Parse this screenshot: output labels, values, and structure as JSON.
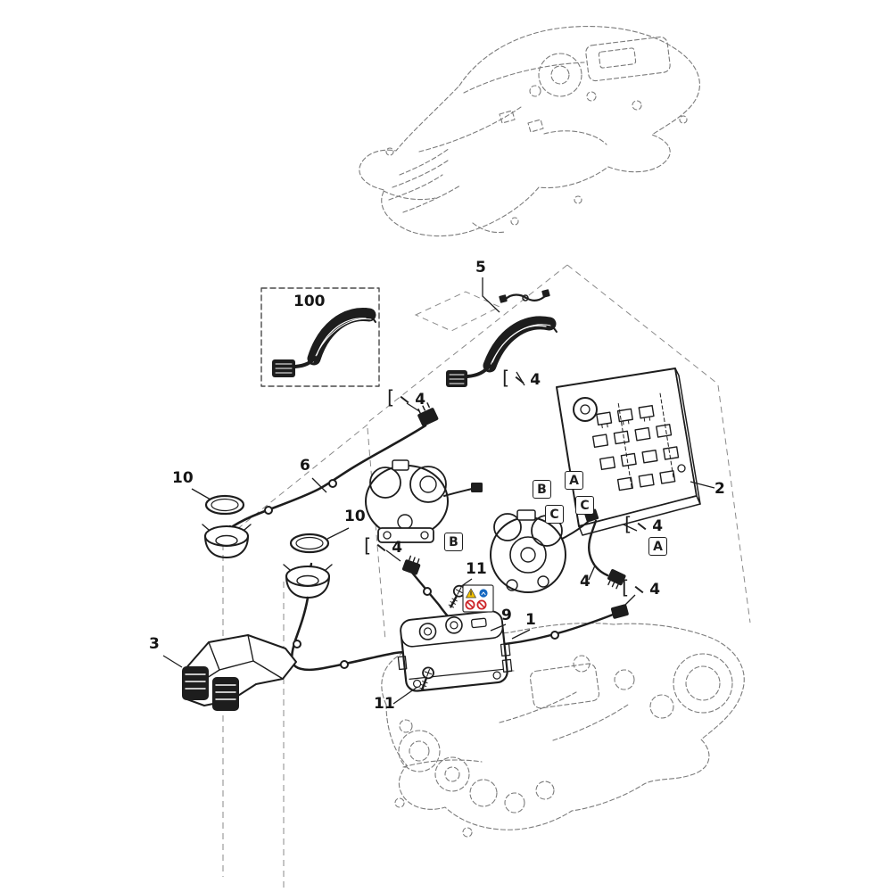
{
  "callouts": {
    "c100": "100",
    "c5": "5",
    "c2": "2",
    "c6": "6",
    "c10_left": "10",
    "c10_mid": "10",
    "c11_top": "11",
    "c11_bottom": "11",
    "c9": "9",
    "c1": "1",
    "c3": "3",
    "c4_plain": "4"
  },
  "clips": {
    "bracket_glyph": "[",
    "a": "4",
    "b": "4",
    "c": "4",
    "d": "4",
    "e": "4"
  },
  "letters": {
    "a1": "A",
    "a2": "A",
    "b1": "B",
    "b2": "B",
    "c1": "C",
    "c2": "C"
  },
  "colors": {
    "part_line": "#1d1d1d",
    "ghost_line": "#7b7b7b",
    "warning_yellow": "#f2c200",
    "safety_blue": "#1467c0",
    "safety_red": "#cc2327"
  }
}
